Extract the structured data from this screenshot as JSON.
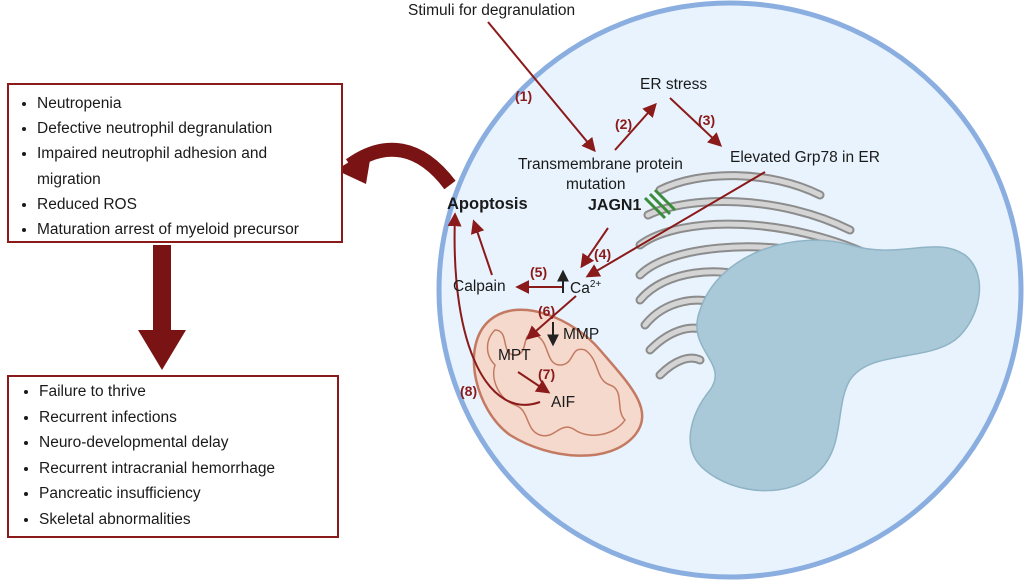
{
  "left_top_box": {
    "items": [
      "Neutropenia",
      "Defective neutrophil degranulation",
      "Impaired neutrophil adhesion and migration",
      "Reduced ROS",
      "Maturation arrest of myeloid precursor"
    ]
  },
  "left_bottom_box": {
    "items": [
      "Failure to thrive",
      "Recurrent infections",
      "Neuro-developmental delay",
      "Recurrent intracranial hemorrhage",
      "Pancreatic insufficiency",
      "Skeletal abnormalities"
    ]
  },
  "labels": {
    "stimuli": "Stimuli for degranulation",
    "er_stress": "ER stress",
    "transmembrane_line1": "Transmembrane protein",
    "transmembrane_line2": "mutation",
    "jagn1": "JAGN1",
    "grp78": "Elevated Grp78 in ER",
    "apoptosis": "Apoptosis",
    "calpain": "Calpain",
    "calcium": "Ca",
    "calcium_sup": "2+",
    "mmp": "MMP",
    "mpt": "MPT",
    "aif": "AIF"
  },
  "steps": [
    "(1)",
    "(2)",
    "(3)",
    "(4)",
    "(5)",
    "(6)",
    "(7)",
    "(8)"
  ],
  "colors": {
    "arrow": "#8b1a1a",
    "cell_fill": "#e8f3fd",
    "cell_border": "#8aaee0",
    "nucleus": "#a9c9d9",
    "er": "#c9c9c9",
    "mito_fill": "#f4d9cc",
    "mito_border": "#c47a62"
  }
}
